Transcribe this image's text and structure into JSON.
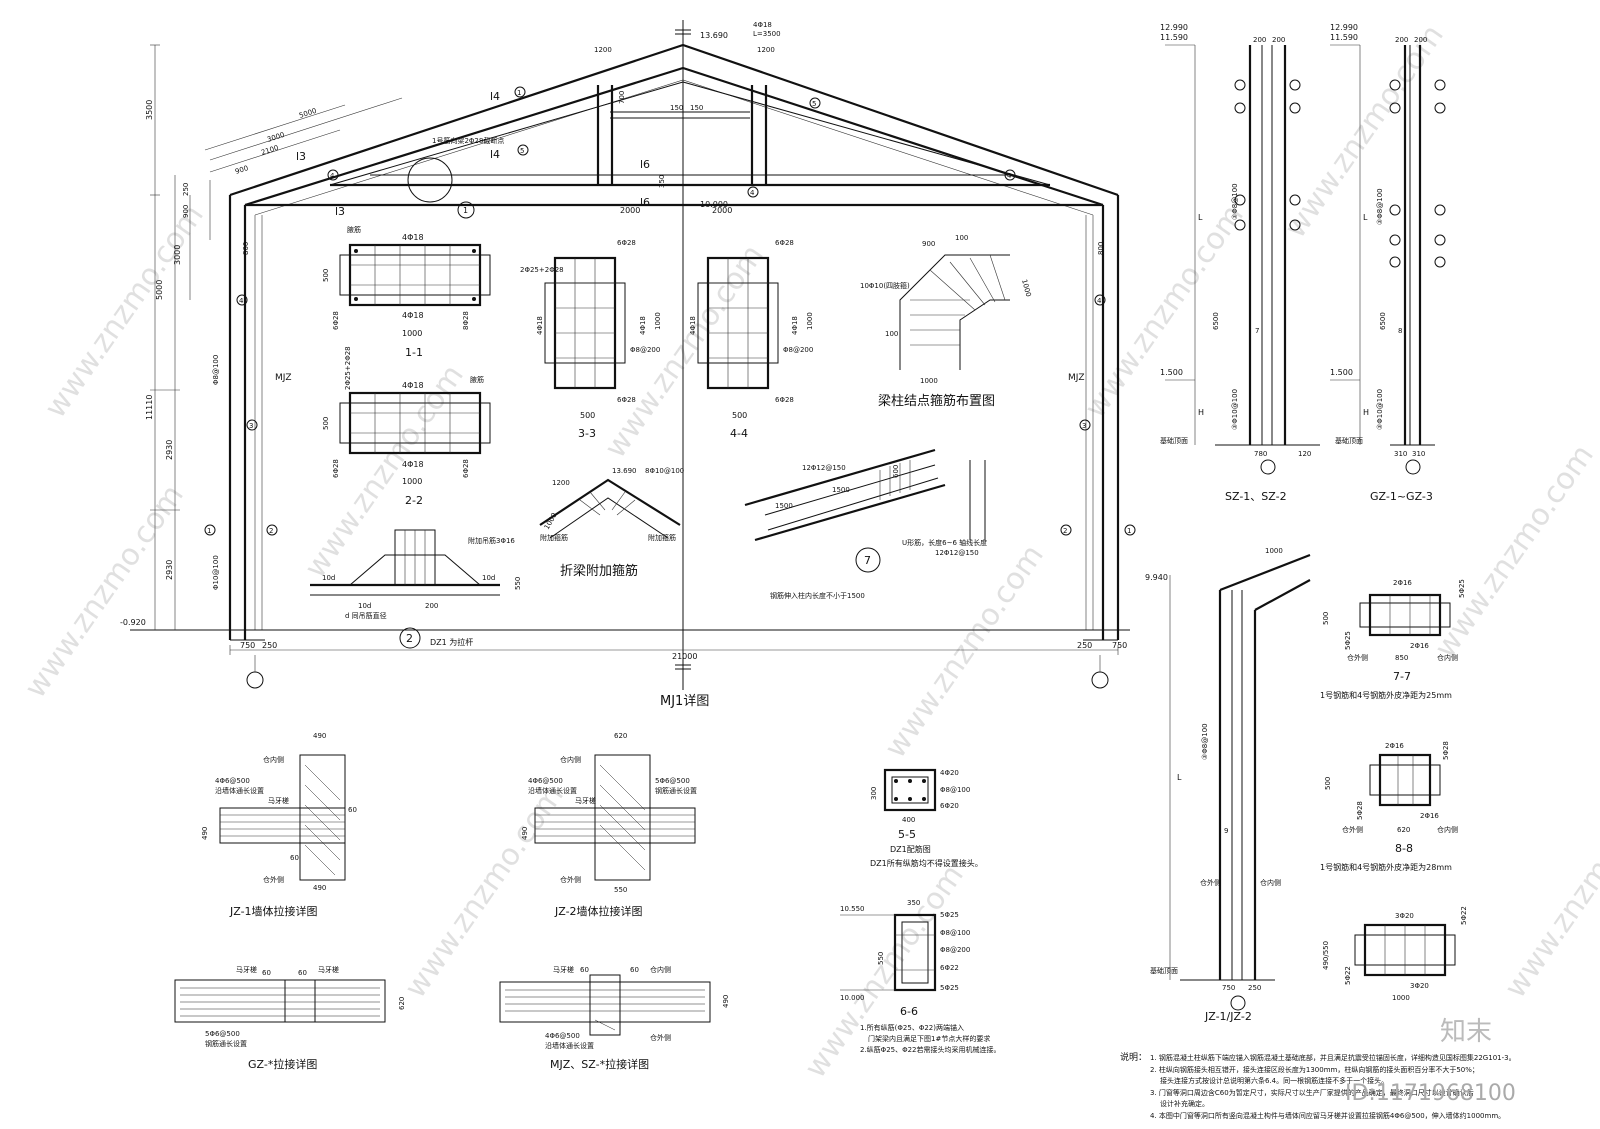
{
  "frame": {
    "title": "MJ1详图",
    "labels": {
      "mjz_left": "MJZ",
      "mjz_right": "MJZ",
      "l4_top": "l4",
      "l4_mid": "l4",
      "l6_top": "l6",
      "l6_bot": "l6",
      "l3_top": "l3",
      "l3_left": "l3",
      "note_cut": "1号筋向梁2Φ28截断点"
    },
    "dims": [
      "21000",
      "750",
      "250",
      "250",
      "750",
      "3500",
      "5000",
      "11110",
      "2930",
      "2930",
      "3000",
      "900",
      "250",
      "2000",
      "2000",
      "1200",
      "1200",
      "5000",
      "3000",
      "2100",
      "900",
      "350",
      "700",
      "150",
      "150",
      "800",
      "800",
      "Φ8@100",
      "Φ10@100",
      "13.690",
      "10.000",
      "-0.920",
      "4Φ18",
      "L=3500"
    ]
  },
  "sections": {
    "s11": {
      "title": "1-1",
      "top": "4Φ18",
      "bottom": "4Φ18",
      "side": "6Φ28",
      "side2": "8Φ28",
      "width": "1000",
      "height": "500",
      "tag": "腋筋"
    },
    "s22": {
      "title": "2-2",
      "top": "4Φ18",
      "bottom": "4Φ18",
      "side": "6Φ28",
      "side2": "6Φ28",
      "width": "1000",
      "height": "500",
      "top2": "2Φ25+2Φ28",
      "tag": "腋筋"
    },
    "s33": {
      "title": "3-3",
      "top": "6Φ28",
      "bottom": "6Φ28",
      "left": "4Φ18",
      "right": "4Φ18",
      "stir": "Φ8@200",
      "width": "500",
      "height": "1000",
      "top2": "2Φ25+2Φ28"
    },
    "s44": {
      "title": "4-4",
      "top": "6Φ28",
      "bottom": "6Φ28",
      "left": "4Φ18",
      "right": "4Φ18",
      "stir": "Φ8@200",
      "width": "500",
      "height": "1000"
    },
    "joint": {
      "title": "梁柱结点箍筋布置图",
      "d1": "900",
      "d2": "100",
      "d3": "1000",
      "d4": "100",
      "d5": "1000",
      "stir": "10Φ10(四肢箍)"
    },
    "fold": {
      "title": "折梁附加箍筋",
      "elev": "13.690",
      "stir": "8Φ10@100",
      "d1": "1200",
      "d2": "1000",
      "t1": "附加箍筋",
      "t2": "附加箍筋"
    },
    "d7": {
      "num": "7",
      "s1": "12Φ12@150",
      "s2": "12Φ12@150",
      "d1": "1500",
      "d2": "1500",
      "d3": "600",
      "note": "U形筋，长度6~6 轴线长度",
      "note2": "12Φ12@150",
      "note3": "钢筋伸入柱内长度不小于1500"
    },
    "dz1": {
      "num": "2",
      "title": "DZ1 为拉杆",
      "tag": "附加吊筋3Φ16",
      "d1": "10d",
      "d2": "10d",
      "d3": "10d",
      "d4": "200",
      "d5": "550",
      "note": "d 同吊筋直径"
    }
  },
  "columns": {
    "sz": {
      "title": "SZ-1、SZ-2",
      "elev1": "12.990",
      "elev2": "11.590",
      "elev3": "1.500",
      "d200a": "200",
      "d200b": "200",
      "base": "780",
      "off": "120",
      "stir": "③Φ8@100",
      "stir2": "③Φ10@100",
      "L": "L",
      "H": "H",
      "h6500": "6500",
      "sec": "7",
      "foot": "基础顶面"
    },
    "gz": {
      "title": "GZ-1~GZ-3",
      "elev1": "12.990",
      "elev2": "11.590",
      "elev3": "1.500",
      "d200a": "200",
      "d200b": "200",
      "base1": "310",
      "base2": "310",
      "stir": "③Φ8@100",
      "stir2": "③Φ10@100",
      "L": "L",
      "H": "H",
      "h6500": "6500",
      "sec": "8",
      "foot": "基础顶面"
    },
    "jz": {
      "title": "JZ-1/JZ-2",
      "elev": "9.940",
      "d1000": "1000",
      "base1": "750",
      "base2": "250",
      "stir": "③Φ8@100",
      "L": "L",
      "sec": "9",
      "inner": "仓内侧",
      "outer": "仓外侧",
      "foot": "基础顶面"
    }
  },
  "csec": {
    "s77": {
      "title": "7-7",
      "top": "2Φ16",
      "bottom": "2Φ16",
      "side": "5Φ25",
      "side2": "5Φ25",
      "w": "850",
      "h": "500",
      "note": "1号钢筋和4号钢筋外皮净距为25mm",
      "in": "仓内侧",
      "out": "仓外侧"
    },
    "s88": {
      "title": "8-8",
      "top": "2Φ16",
      "bottom": "2Φ16",
      "side": "5Φ28",
      "side2": "5Φ28",
      "w": "620",
      "h": "500",
      "note": "1号钢筋和4号钢筋外皮净距为28mm",
      "in": "仓内侧",
      "out": "仓外侧"
    },
    "s99": {
      "title": "9-9",
      "top": "3Φ20",
      "bottom": "3Φ20",
      "side": "5Φ22",
      "side2": "5Φ22",
      "w": "1000",
      "h": "490/550"
    }
  },
  "walls": {
    "jz1": {
      "title": "JZ-1墙体拉接详图",
      "w": "490",
      "h": "490",
      "bars": "4Φ6@500",
      "note": "沿墙体通长设置",
      "in": "仓内侧",
      "out": "仓外侧",
      "tag": "马牙槎",
      "d60a": "60",
      "d60b": "60"
    },
    "jz2": {
      "title": "JZ-2墙体拉接详图",
      "w": "620",
      "w2": "550",
      "bars": "4Φ6@500",
      "bars2": "5Φ6@500",
      "note": "沿墙体通长设置",
      "note2": "钢筋通长设置",
      "in": "仓内侧",
      "out": "仓外侧",
      "tag": "马牙槎",
      "h": "490"
    },
    "gz": {
      "title": "GZ-*拉接详图",
      "d60a": "60",
      "d60b": "60",
      "tag1": "马牙槎",
      "tag2": "马牙槎",
      "bars": "5Φ6@500",
      "note": "钢筋通长设置",
      "h": "620"
    },
    "mjz": {
      "title": "MJZ、SZ-*拉接详图",
      "d60a": "60",
      "d60b": "60",
      "tag1": "马牙槎",
      "in": "仓内侧",
      "out": "仓外侧",
      "bars": "4Φ6@500",
      "note": "沿墙体通长设置",
      "h": "490"
    }
  },
  "s55": {
    "title": "5-5",
    "sub": "DZ1配筋图",
    "note": "DZ1所有纵筋均不得设置接头。",
    "top": "4Φ20",
    "stir": "Φ8@100",
    "bottom": "6Φ20",
    "w": "400",
    "h": "300"
  },
  "s66": {
    "title": "6-6",
    "top": "5Φ25",
    "stir": "Φ8@100",
    "stir2": "Φ8@200",
    "bottom": "6Φ22",
    "bot2": "5Φ25",
    "w": "350",
    "h": "550",
    "e1": "10.550",
    "e2": "10.000",
    "n1": "1.所有纵筋(Φ25、Φ22)两端锚入",
    "n2": "门架梁内且满足下图1#节点大样的要求",
    "n3": "2.纵筋Φ25、Φ22若需接头均采用机械连接。"
  },
  "notes": {
    "head": "说明：",
    "n1": "1. 钢筋混凝土柱纵筋下端应锚入钢筋混凝土基础底部，并且满足抗震受拉锚固长度，详细构造见国标图集22G101-3。",
    "n2": "2. 柱纵向钢筋接头相互错开，接头连接区段长度为1300mm，柱纵向钢筋的接头面积百分率不大于50%；",
    "n2b": "接头连接方式按设计总说明第六条6.4。同一根钢筋连接不多于一个接头。",
    "n3": "3. 门窗等洞口周边含C60为暂定尺寸，实际尺寸以生产厂家提供的产品确定，最终洞口尺寸以设计确认后",
    "n3b": "设计补充确定。",
    "n4": "4. 本图中门窗等洞口所有竖向混凝土构件与墙体间应留马牙槎并设置拉接钢筋4Φ6@500，伸入墙体约1000mm。"
  },
  "overlay": {
    "brand": "知末",
    "doc_id": "ID:1171968100",
    "watermark": "www.znzmo.com"
  }
}
